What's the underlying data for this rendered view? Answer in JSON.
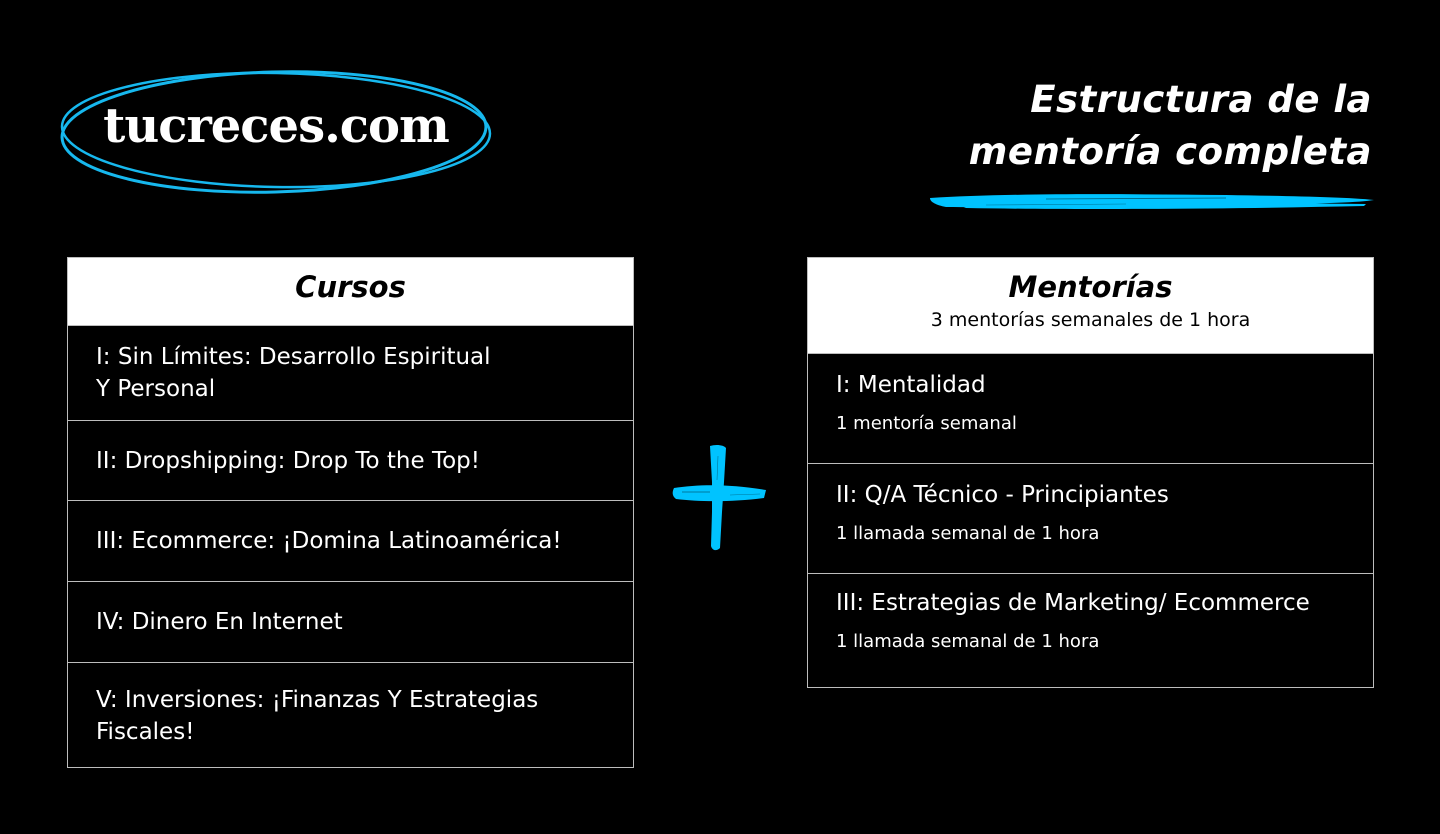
{
  "logo": {
    "text": "tucreces.com",
    "color": "#17b8ee"
  },
  "title": {
    "line1": "Estructura de la",
    "line2": "mentoría completa",
    "accent_color": "#00c3ff"
  },
  "cursos": {
    "heading": "Cursos",
    "items": [
      {
        "line1": "I: Sin Límites: Desarrollo Espiritual",
        "line2": "Y Personal"
      },
      {
        "line1": "II: Dropshipping: Drop To the Top!"
      },
      {
        "line1": "III: Ecommerce: ¡Domina Latinoamérica!"
      },
      {
        "line1": "IV: Dinero En Internet"
      },
      {
        "line1": "V: Inversiones: ¡Finanzas Y Estrategias",
        "line2": "Fiscales!"
      }
    ]
  },
  "mentorias": {
    "heading": "Mentorías",
    "subheading": "3 mentorías semanales de 1 hora",
    "items": [
      {
        "title": "I: Mentalidad",
        "detail": "1 mentoría semanal"
      },
      {
        "title": "II: Q/A Técnico - Principiantes",
        "detail": "1 llamada semanal de 1 hora"
      },
      {
        "title": "III: Estrategias de Marketing/ Ecommerce",
        "detail": "1 llamada semanal de 1 hora"
      }
    ]
  },
  "icons": {
    "plus": "plus-icon",
    "brush": "brush-underline"
  }
}
